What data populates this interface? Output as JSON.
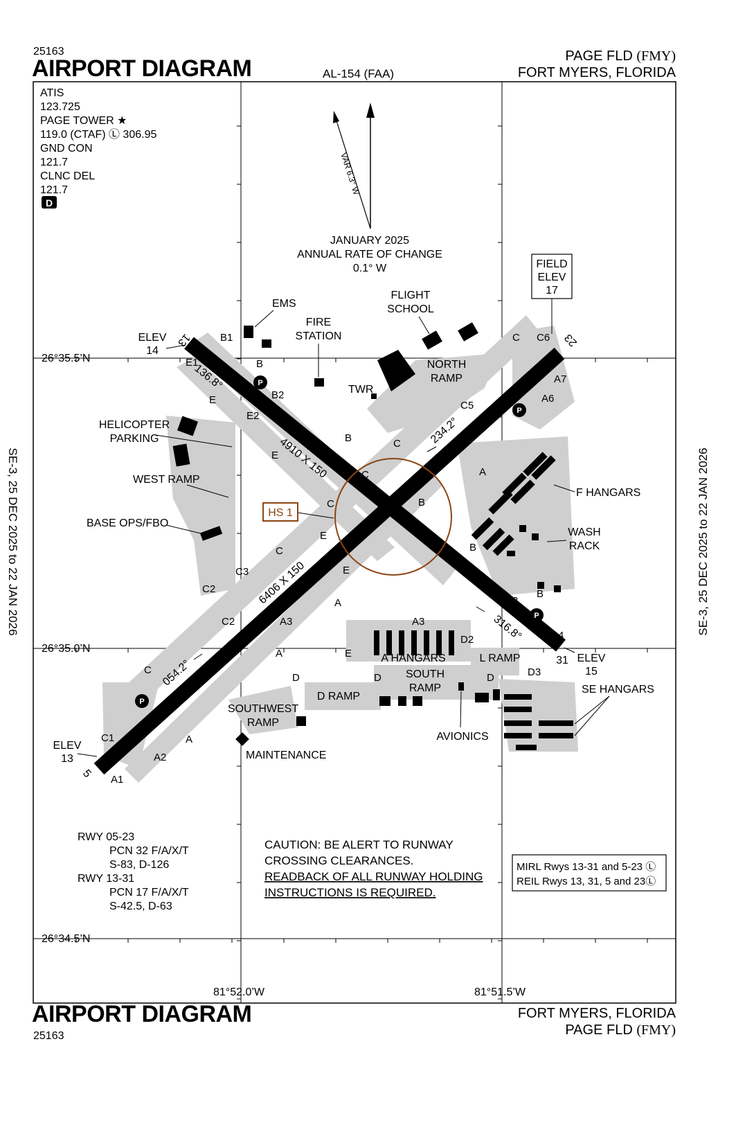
{
  "header": {
    "procedure_no": "25163",
    "title": "AIRPORT DIAGRAM",
    "agency": "AL-154 (FAA)",
    "airport_name": "PAGE FLD",
    "airport_id": "(FMY)",
    "city_state": "FORT MYERS, FLORIDA"
  },
  "footer": {
    "title": "AIRPORT DIAGRAM",
    "procedure_no": "25163",
    "city_state": "FORT MYERS, FLORIDA",
    "airport_name": "PAGE FLD",
    "airport_id": "(FMY)"
  },
  "side_notes": {
    "left": "SE-3,  25 DEC 2025  to  22 JAN 2026",
    "right": "SE-3,  25 DEC 2025  to  22 JAN 2026"
  },
  "comms": [
    "ATIS",
    "123.725",
    "PAGE TOWER ★",
    "119.0 (CTAF) Ⓛ 306.95",
    "GND CON",
    "121.7",
    "CLNC DEL",
    "121.7",
    "D"
  ],
  "magnetic": {
    "variation": "VAR 6.3° W",
    "epoch": "JANUARY 2025",
    "rate_label": "ANNUAL RATE OF CHANGE",
    "rate": "0.1° W"
  },
  "field_elev": {
    "label1": "FIELD",
    "label2": "ELEV",
    "value": "17"
  },
  "coords": {
    "lat1": "26°35.5’N",
    "lat2": "26°35.0’N",
    "lat3": "26°34.5’N",
    "lon1": "81°52.0’W",
    "lon2": "81°51.5’W"
  },
  "runways": {
    "rwy13_31_dims": "4910 X 150",
    "rwy05_23_dims": "6406 X 150",
    "rwy13": "13",
    "rwy31": "31",
    "rwy5": "5",
    "rwy23": "23",
    "hdg_136": "136.8°",
    "hdg_316": "316.8°",
    "hdg_054": "054.2°",
    "hdg_234": "234.2°",
    "elev_13_label": "ELEV",
    "elev_13_value": "14",
    "elev_5_label": "ELEV",
    "elev_5_value": "13",
    "elev_31_label": "ELEV",
    "elev_31_value": "15"
  },
  "hotspot": "HS 1",
  "facilities": {
    "ems": "EMS",
    "fire1": "FIRE",
    "fire2": "STATION",
    "flight1": "FLIGHT",
    "flight2": "SCHOOL",
    "north1": "NORTH",
    "north2": "RAMP",
    "twr": "TWR",
    "heli1": "HELICOPTER",
    "heli2": "PARKING",
    "west_ramp": "WEST RAMP",
    "base_ops": "BASE OPS/FBO",
    "f_hangars": "F HANGARS",
    "wash1": "WASH",
    "wash2": "RACK",
    "se_hangars": "SE HANGARS",
    "a_hangars": "A HANGARS",
    "l_ramp": "L RAMP",
    "south1": "SOUTH",
    "south2": "RAMP",
    "d_ramp": "D RAMP",
    "sw1": "SOUTHWEST",
    "sw2": "RAMP",
    "maintenance": "MAINTENANCE",
    "avionics": "AVIONICS"
  },
  "taxiways": {
    "B1": "B1",
    "B": "B",
    "B2": "B2",
    "E1": "E1",
    "E": "E",
    "E2": "E2",
    "C": "C",
    "C5": "C5",
    "C6": "C6",
    "A7": "A7",
    "A6": "A6",
    "A": "A",
    "C3": "C3",
    "C2": "C2",
    "A3": "A3",
    "D": "D",
    "D2": "D2",
    "D3": "D3",
    "B3": "B3",
    "B4": "B4",
    "C1": "C1",
    "A1": "A1",
    "A2": "A2"
  },
  "pcn_notes": [
    "RWY 05-23",
    "PCN 32 F/A/X/T",
    "S-83, D-126",
    "RWY 13-31",
    "PCN 17 F/A/X/T",
    "S-42.5, D-63"
  ],
  "caution": [
    "CAUTION: BE ALERT TO RUNWAY",
    "CROSSING CLEARANCES.",
    "READBACK OF ALL RUNWAY HOLDING",
    "INSTRUCTIONS IS REQUIRED."
  ],
  "lighting": [
    "MIRL Rwys 13-31 and 5-23 Ⓛ",
    "REIL Rwys 13, 31, 5 and 23Ⓛ"
  ]
}
